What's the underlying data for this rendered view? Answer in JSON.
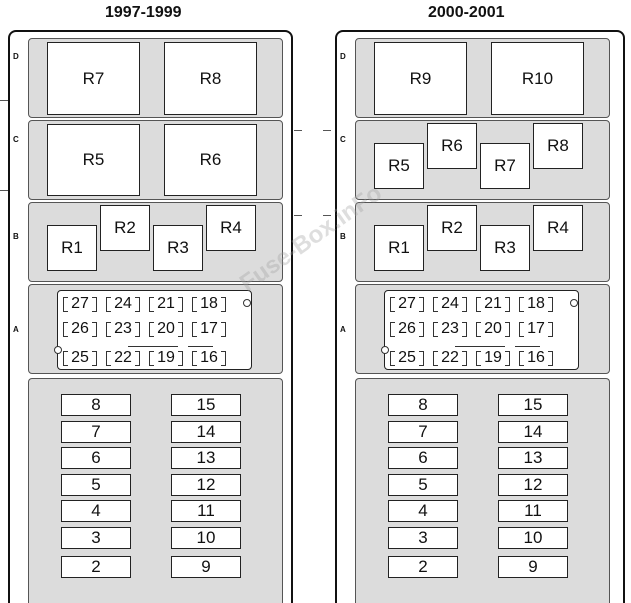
{
  "layouts": [
    {
      "title": "1997-1999",
      "rows": {
        "d": "D",
        "c": "C",
        "b": "B",
        "a": "A"
      },
      "relays_d": [
        "R7",
        "R8"
      ],
      "relays_c": [
        "R5",
        "R6"
      ],
      "relays_b": [
        "R1",
        "R2",
        "R3",
        "R4"
      ],
      "minifuses": [
        [
          "27",
          "24",
          "21",
          "18"
        ],
        [
          "26",
          "23",
          "20",
          "17"
        ],
        [
          "25",
          "22",
          "19",
          "16"
        ]
      ],
      "fuses_left": [
        "8",
        "7",
        "6",
        "5",
        "4",
        "3",
        "2"
      ],
      "fuses_right": [
        "15",
        "14",
        "13",
        "12",
        "11",
        "10",
        "9"
      ]
    },
    {
      "title": "2000-2001",
      "rows": {
        "d": "D",
        "c": "C",
        "b": "B",
        "a": "A"
      },
      "relays_d": [
        "R9",
        "R10"
      ],
      "relays_c": [
        "R5",
        "R6",
        "R7",
        "R8"
      ],
      "relays_b": [
        "R1",
        "R2",
        "R3",
        "R4"
      ],
      "minifuses": [
        [
          "27",
          "24",
          "21",
          "18"
        ],
        [
          "26",
          "23",
          "20",
          "17"
        ],
        [
          "25",
          "22",
          "19",
          "16"
        ]
      ],
      "fuses_left": [
        "8",
        "7",
        "6",
        "5",
        "4",
        "3",
        "2"
      ],
      "fuses_right": [
        "15",
        "14",
        "13",
        "12",
        "11",
        "10",
        "9"
      ]
    }
  ],
  "watermark": "Fuse-Box.inFo"
}
